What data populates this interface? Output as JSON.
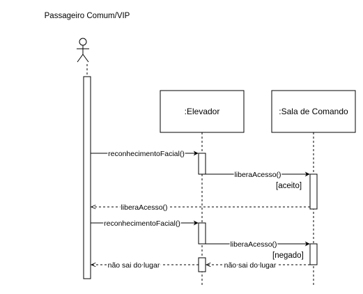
{
  "actor": {
    "label": "Passageiro Comum/VIP"
  },
  "participants": [
    {
      "id": "elevador",
      "label": ":Elevador"
    },
    {
      "id": "sala",
      "label": ":Sala de Comando"
    }
  ],
  "messages": [
    {
      "from": "actor",
      "to": "elevador",
      "kind": "sync",
      "label": "reconhecimentoFacial()"
    },
    {
      "from": "elevador",
      "to": "sala",
      "kind": "sync",
      "label": "liberaAcesso()",
      "guard": "[aceito]"
    },
    {
      "from": "sala",
      "to": "actor",
      "kind": "return",
      "label": "liberaAcesso()"
    },
    {
      "from": "actor",
      "to": "elevador",
      "kind": "sync",
      "label": "reconhecimentoFacial()"
    },
    {
      "from": "elevador",
      "to": "sala",
      "kind": "sync",
      "label": "liberaAcesso()",
      "guard": "[negado]"
    },
    {
      "from": "sala",
      "to": "elevador",
      "kind": "return",
      "label": "não sai do lugar"
    },
    {
      "from": "elevador",
      "to": "actor",
      "kind": "return",
      "label": "não sai do lugar"
    }
  ],
  "colors": {
    "line": "#000000",
    "background": "#ffffff"
  }
}
